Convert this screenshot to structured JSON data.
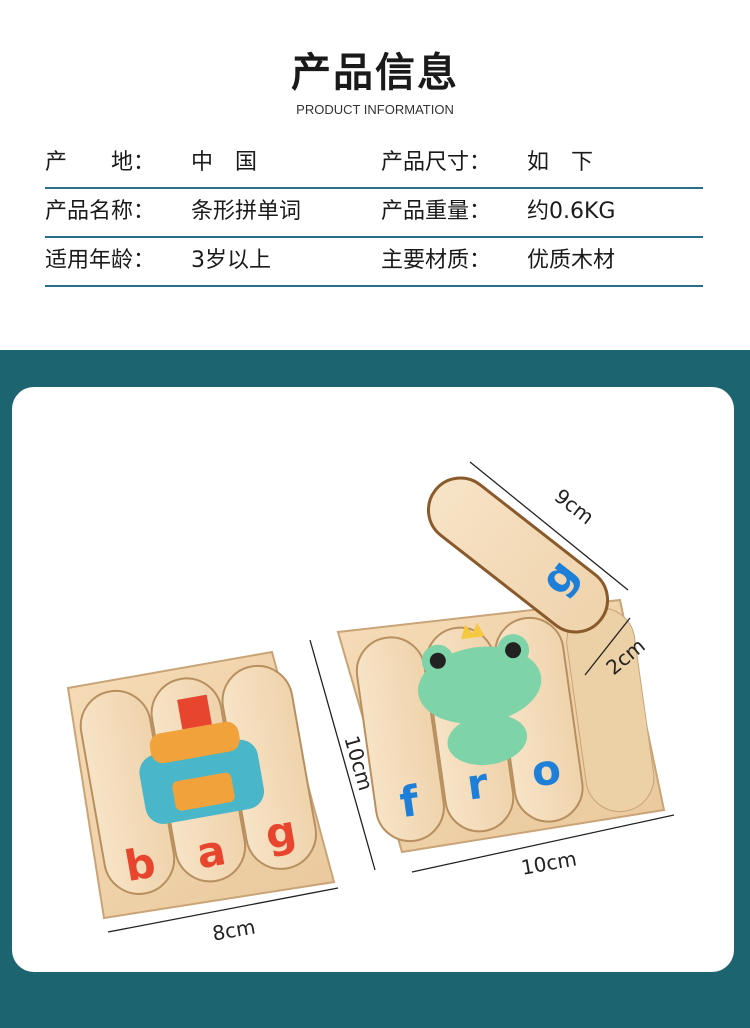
{
  "header": {
    "title": "产品信息",
    "subtitle": "PRODUCT INFORMATION"
  },
  "info_table": {
    "rows": [
      [
        {
          "label": "产　　地：",
          "value": "中　国"
        },
        {
          "label": "产品尺寸：",
          "value": "如　下"
        }
      ],
      [
        {
          "label": "产品名称：",
          "value": "条形拼单词"
        },
        {
          "label": "产品重量：",
          "value": "约0.6KG"
        }
      ],
      [
        {
          "label": "适用年龄：",
          "value": "3岁以上"
        },
        {
          "label": "主要材质：",
          "value": "优质木材"
        }
      ]
    ],
    "divider_color": "#2a6f8a"
  },
  "product_image": {
    "background_color": "#1c6470",
    "left_puzzle": {
      "letters": [
        "b",
        "a",
        "g"
      ],
      "letter_color": "#e8452f",
      "width_label": "8cm",
      "height_label": "10cm"
    },
    "right_puzzle": {
      "letters": [
        "f",
        "r",
        "o"
      ],
      "loose_letter": "g",
      "letter_color": "#1e7fd8",
      "width_label": "10cm",
      "stick_length_label": "9cm",
      "stick_width_label": "2cm"
    }
  }
}
